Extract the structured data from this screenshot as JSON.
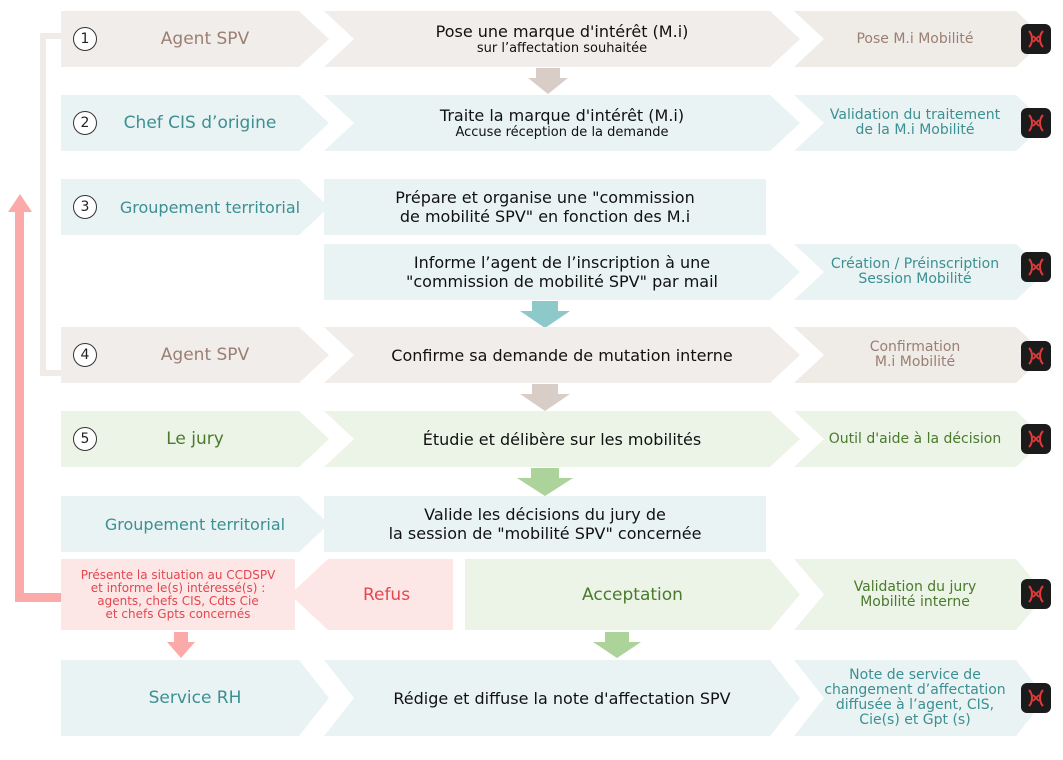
{
  "rows": {
    "r1": {
      "num": "1",
      "role": "Agent SPV",
      "action_line1": "Pose une marque d'intérêt (M.i)",
      "action_line2": "sur l’affectation souhaitée",
      "output": "Pose M.i Mobilité"
    },
    "r2": {
      "num": "2",
      "role": "Chef CIS d’origine",
      "action_line1": "Traite la marque d'intérêt (M.i)",
      "action_line2": "Accuse réception de la demande",
      "output_line1": "Validation du traitement",
      "output_line2": "de la M.i Mobilité"
    },
    "r3": {
      "num": "3",
      "role": "Groupement territorial",
      "action_line1": "Prépare et organise une \"commission",
      "action_line2": "de mobilité SPV\" en fonction des M.i"
    },
    "r3b": {
      "action_line1": "Informe l’agent de l’inscription à une",
      "action_line2": "\"commission de mobilité SPV\" par mail",
      "output_line1": "Création / Préinscription",
      "output_line2": "Session Mobilité"
    },
    "r4": {
      "num": "4",
      "role": "Agent SPV",
      "action": "Confirme sa demande de mutation interne",
      "output_line1": "Confirmation",
      "output_line2": "M.i Mobilité"
    },
    "r5": {
      "num": "5",
      "role": "Le jury",
      "action": "Étudie et délibère sur les mobilités",
      "output": "Outil d'aide à la décision"
    },
    "r6": {
      "role": "Groupement territorial",
      "action_line1": "Valide les décisions du jury de",
      "action_line2": "la session de \"mobilité SPV\" concernée"
    },
    "r7": {
      "refus_box_line1": "Présente la situation au CCDSPV",
      "refus_box_line2": "et informe le(s) intéressé(s) :",
      "refus_box_line3": "agents, chefs CIS, Cdts Cie",
      "refus_box_line4": "et chefs Gpts concernés",
      "refus": "Refus",
      "acceptation": "Acceptation",
      "output_line1": "Validation du jury",
      "output_line2": "Mobilité interne"
    },
    "r8": {
      "role": "Service RH",
      "action": "Rédige et diffuse la note d'affectation SPV",
      "output_line1": "Note de service de",
      "output_line2": "changement d’affectation",
      "output_line3": "diffusée à l’agent, CIS,",
      "output_line4": "Cie(s) et Gpt (s)"
    }
  },
  "icons": {
    "app_logo": "app-logo-icon"
  },
  "colors": {
    "brown": "#9a7f73",
    "teal": "#3c8f92",
    "green": "#4a7a2c",
    "red": "#e2474f",
    "pink_arrow": "#fbaaa9"
  }
}
